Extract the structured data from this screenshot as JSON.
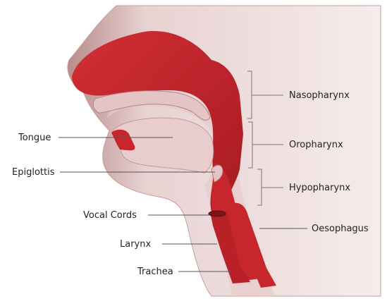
{
  "labels": {
    "left": [
      "Tongue",
      "Epiglottis",
      "Vocal Cords",
      "Larynx",
      "Trachea"
    ],
    "right": [
      "Nasopharynx",
      "Oropharynx",
      "Hypopharynx",
      "Oesophagus"
    ]
  },
  "colors": {
    "skin_light": "#f3e4e4",
    "skin_mid": "#d9b2b2",
    "skin_dark": "#b98c8c",
    "tissue": "#e2c2c2",
    "red": "#c8262d",
    "red_dark": "#9d1a1f",
    "line": "#555555"
  }
}
